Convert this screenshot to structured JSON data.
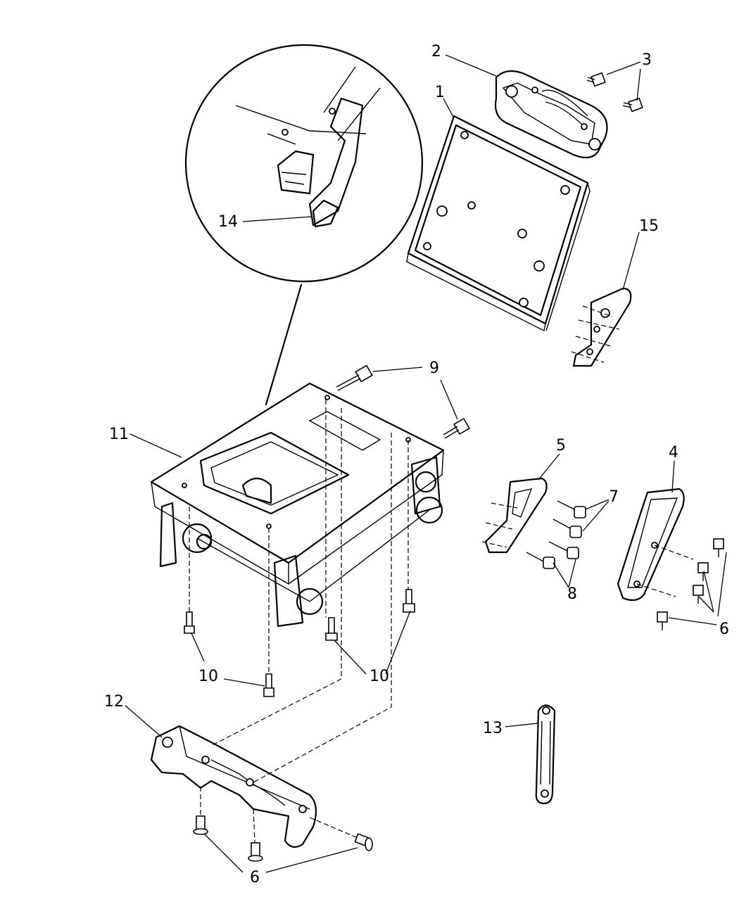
{
  "callouts": {
    "c1": "1",
    "c2": "2",
    "c3": "3",
    "c4": "4",
    "c5": "5",
    "c6a": "6",
    "c6b": "6",
    "c7": "7",
    "c8": "8",
    "c9": "9",
    "c10a": "10",
    "c10b": "10",
    "c11": "11",
    "c12": "12",
    "c13": "13",
    "c14": "14",
    "c15": "15"
  }
}
